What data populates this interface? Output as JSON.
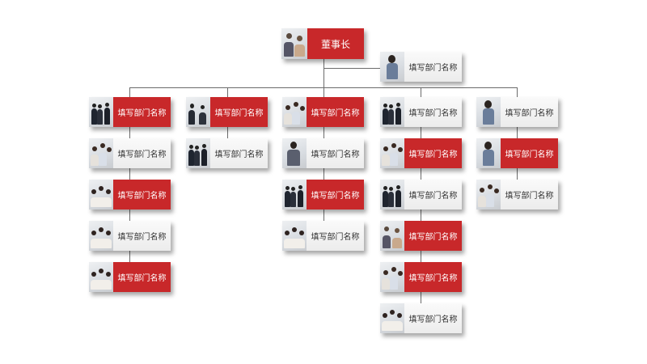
{
  "colors": {
    "accent_red": "#c8282a",
    "line": "#6b6b6b",
    "light_box": "#f3f3f3"
  },
  "top": {
    "label": "董事长",
    "photo": "meeting-photo",
    "style": "red"
  },
  "assistant": {
    "label": "填写部门名称",
    "photo": "woman-laptop-photo",
    "style": "light"
  },
  "columns": [
    {
      "nodes": [
        {
          "label": "填写部门名称",
          "style": "red",
          "photo": "handshake-photo"
        },
        {
          "label": "填写部门名称",
          "style": "light",
          "photo": "team-laptop-photo"
        },
        {
          "label": "填写部门名称",
          "style": "red",
          "photo": "group-photo"
        },
        {
          "label": "填写部门名称",
          "style": "light",
          "photo": "group-photo"
        },
        {
          "label": "填写部门名称",
          "style": "red",
          "photo": "group-photo"
        }
      ]
    },
    {
      "nodes": [
        {
          "label": "填写部门名称",
          "style": "red",
          "photo": "business-meeting-photo"
        },
        {
          "label": "填写部门名称",
          "style": "light",
          "photo": "handshake-photo"
        }
      ]
    },
    {
      "nodes": [
        {
          "label": "填写部门名称",
          "style": "red",
          "photo": "team-laptop-photo"
        },
        {
          "label": "填写部门名称",
          "style": "light",
          "photo": "woman-desk-photo"
        },
        {
          "label": "填写部门名称",
          "style": "red",
          "photo": "handshake-photo"
        },
        {
          "label": "填写部门名称",
          "style": "light",
          "photo": "group-photo"
        }
      ]
    },
    {
      "nodes": [
        {
          "label": "填写部门名称",
          "style": "light",
          "photo": "handshake-photo"
        },
        {
          "label": "填写部门名称",
          "style": "red",
          "photo": "team-laptop-photo"
        },
        {
          "label": "填写部门名称",
          "style": "light",
          "photo": "handshake-photo"
        },
        {
          "label": "填写部门名称",
          "style": "red",
          "photo": "meeting-photo"
        },
        {
          "label": "填写部门名称",
          "style": "red",
          "photo": "team-laptop-photo"
        },
        {
          "label": "填写部门名称",
          "style": "light",
          "photo": "group-photo"
        }
      ]
    },
    {
      "nodes": [
        {
          "label": "填写部门名称",
          "style": "light",
          "photo": "woman-laptop-photo"
        },
        {
          "label": "填写部门名称",
          "style": "red",
          "photo": "woman-laptop-photo"
        },
        {
          "label": "填写部门名称",
          "style": "light",
          "photo": "team-laptop-photo"
        }
      ]
    }
  ]
}
